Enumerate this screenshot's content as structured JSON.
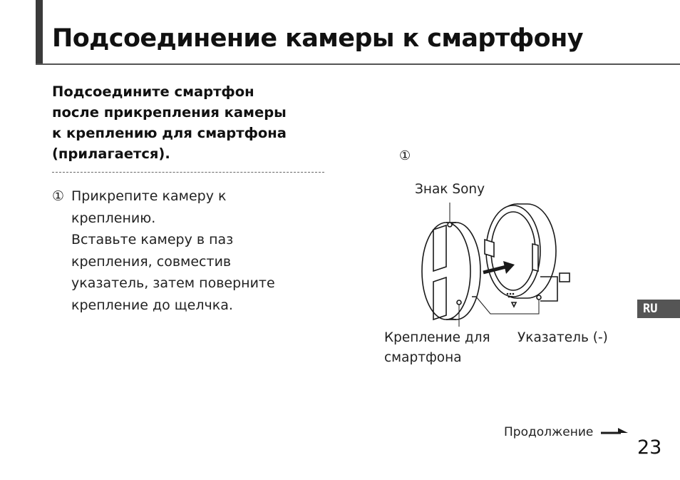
{
  "header": {
    "title": "Подсоединение камеры к смартфону"
  },
  "subheading": {
    "lines": [
      "Подсоедините смартфон",
      "после прикрепления камеры",
      "к креплению для смартфона",
      "(прилагается)."
    ]
  },
  "step": {
    "number": "①",
    "lines": [
      "Прикрепите камеру к",
      "креплению.",
      "Вставьте камеру в паз",
      "крепления, совместив",
      "указатель, затем поверните",
      "крепление до щелчка."
    ]
  },
  "figure": {
    "number": "①",
    "sony_mark_label": "Знак Sony",
    "mount_label_lines": [
      "Крепление для",
      "смартфона"
    ],
    "index_label": "Указатель (-)"
  },
  "side_tab": {
    "label": "RU"
  },
  "footer": {
    "continue_label": "Продолжение",
    "page_number": "23"
  },
  "colors": {
    "tab_bg": "#555555",
    "title_bar": "#3a3a3a"
  }
}
